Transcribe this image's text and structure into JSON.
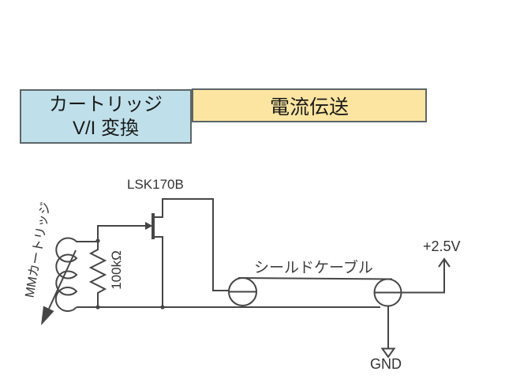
{
  "colors": {
    "accent_blue": "#bfe0ea",
    "accent_yellow": "#fce5a0",
    "box_border": "#5c6568",
    "line": "#464646"
  },
  "header": {
    "cartridge_block": {
      "line1": "カートリッジ",
      "line2": "V/I 変換"
    },
    "transmission_block": {
      "label": "電流伝送"
    }
  },
  "circuit": {
    "transistor_label": "LSK170B",
    "cartridge_label": "MMカートリッジ",
    "resistor_label": "100kΩ",
    "cable_label": "シールドケーブル",
    "supply_label": "+2.5V",
    "ground_label": "GND"
  }
}
